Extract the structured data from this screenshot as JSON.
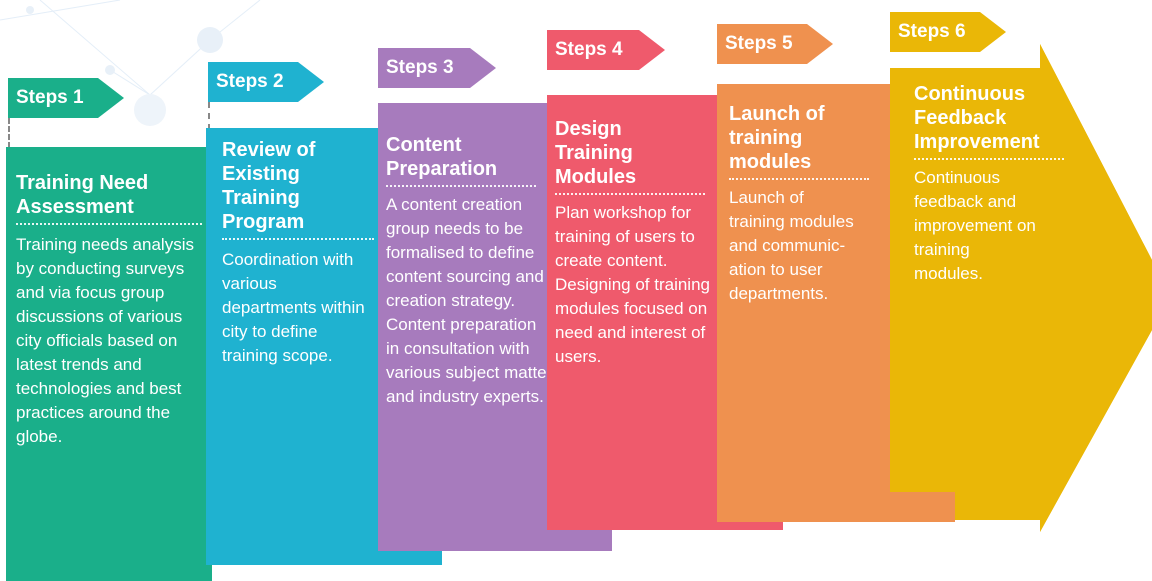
{
  "colors": {
    "step1": "#1aaf8a",
    "step2": "#1fb2d0",
    "step3": "#a77bbd",
    "step4": "#ef5a6c",
    "step5": "#ef914f",
    "step6": "#eab707"
  },
  "steps": [
    {
      "tag": "Steps 1",
      "title": "Training Need Assessment",
      "body": "Training needs analysis by conducting surveys and via focus group discussions of various city officials based on latest trends and technologies and best practices around the globe."
    },
    {
      "tag": "Steps 2",
      "title": "Review of Existing Training Program",
      "body": "Coordination with various departments within city to define training scope."
    },
    {
      "tag": "Steps 3",
      "title": "Content Preparation",
      "body": "A content creation group needs to be formalised to define content sourcing and creation strategy. Content preparation in consultation with various subject matter and industry experts."
    },
    {
      "tag": "Steps 4",
      "title": "Design Training Modules",
      "body": "Plan workshop for training of users to create content. Designing of training modules focused on need and interest of users."
    },
    {
      "tag": "Steps 5",
      "title": "Launch of training modules",
      "body": "Launch of training modules and communic-ation to user departments."
    },
    {
      "tag": "Steps 6",
      "title": "Continuous Feedback Improvement",
      "body": "Continuous feedback and improvement on training modules."
    }
  ]
}
